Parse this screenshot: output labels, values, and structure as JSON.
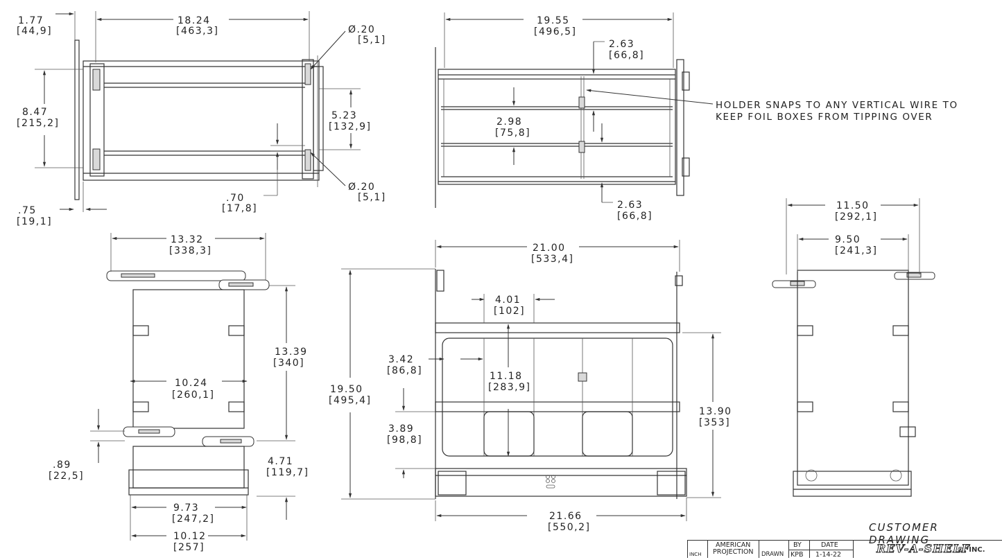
{
  "dimensions": {
    "d1": {
      "in": "1.77",
      "mm": "[44,9]"
    },
    "d2": {
      "in": "18.24",
      "mm": "[463,3]"
    },
    "d3": {
      "in": "Ø.20",
      "mm": "[5,1]"
    },
    "d4": {
      "in": "8.47",
      "mm": "[215,2]"
    },
    "d5": {
      "in": "5.23",
      "mm": "[132,9]"
    },
    "d6": {
      "in": "Ø.20",
      "mm": "[5,1]"
    },
    "d7": {
      "in": ".70",
      "mm": "[17,8]"
    },
    "d8": {
      "in": ".75",
      "mm": "[19,1]"
    },
    "d9": {
      "in": "19.55",
      "mm": "[496,5]"
    },
    "d10": {
      "in": "2.63",
      "mm": "[66,8]"
    },
    "d11": {
      "in": "2.98",
      "mm": "[75,8]"
    },
    "d12": {
      "in": "2.63",
      "mm": "[66,8]"
    },
    "d13": {
      "in": "13.32",
      "mm": "[338,3]"
    },
    "d14": {
      "in": "13.39",
      "mm": "[340]"
    },
    "d15": {
      "in": "10.24",
      "mm": "[260,1]"
    },
    "d16": {
      "in": ".89",
      "mm": "[22,5]"
    },
    "d17": {
      "in": "4.71",
      "mm": "[119,7]"
    },
    "d18": {
      "in": "9.73",
      "mm": "[247,2]"
    },
    "d19": {
      "in": "10.12",
      "mm": "[257]"
    },
    "d20": {
      "in": "21.00",
      "mm": "[533,4]"
    },
    "d21": {
      "in": "4.01",
      "mm": "[102]"
    },
    "d22": {
      "in": "3.42",
      "mm": "[86,8]"
    },
    "d23": {
      "in": "11.18",
      "mm": "[283,9]"
    },
    "d24": {
      "in": "19.50",
      "mm": "[495,4]"
    },
    "d25": {
      "in": "3.89",
      "mm": "[98,8]"
    },
    "d26": {
      "in": "13.90",
      "mm": "[353]"
    },
    "d27": {
      "in": "21.66",
      "mm": "[550,2]"
    },
    "d28": {
      "in": "11.50",
      "mm": "[292,1]"
    },
    "d29": {
      "in": "9.50",
      "mm": "[241,3]"
    }
  },
  "note": {
    "line1": "HOLDER SNAPS TO ANY VERTICAL WIRE TO",
    "line2": "KEEP FOIL BOXES FROM TIPPING OVER"
  },
  "caption": "CUSTOMER DRAWING",
  "title_block": {
    "projection_line1": "AMERICAN",
    "projection_line2": "PROJECTION",
    "by_header": "BY",
    "date_header": "DATE",
    "drawn_label": "DRAWN",
    "drawn_by": "KPB",
    "drawn_date": "1-14-22",
    "row_label": "INCH"
  },
  "brand": {
    "name": "REV-A-SHELF",
    "suffix": "®, INC."
  }
}
